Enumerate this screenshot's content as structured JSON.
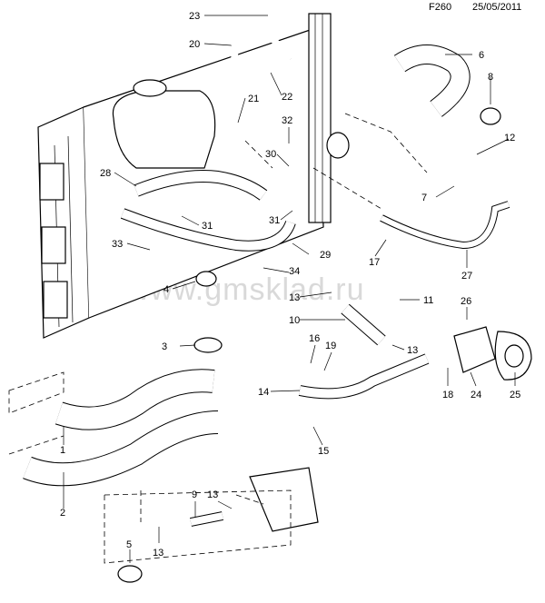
{
  "header": {
    "code": "F260",
    "date": "25/05/2011"
  },
  "watermark": "www.gmsklad.ru",
  "callouts": [
    "23",
    "20",
    "21",
    "22",
    "6",
    "8",
    "12",
    "7",
    "32",
    "30",
    "28",
    "31",
    "31",
    "33",
    "34",
    "4",
    "13",
    "11",
    "10",
    "26",
    "16",
    "19",
    "13",
    "14",
    "18",
    "24",
    "25",
    "15",
    "3",
    "1",
    "2",
    "9",
    "13",
    "5",
    "13",
    "29",
    "27",
    "17"
  ]
}
